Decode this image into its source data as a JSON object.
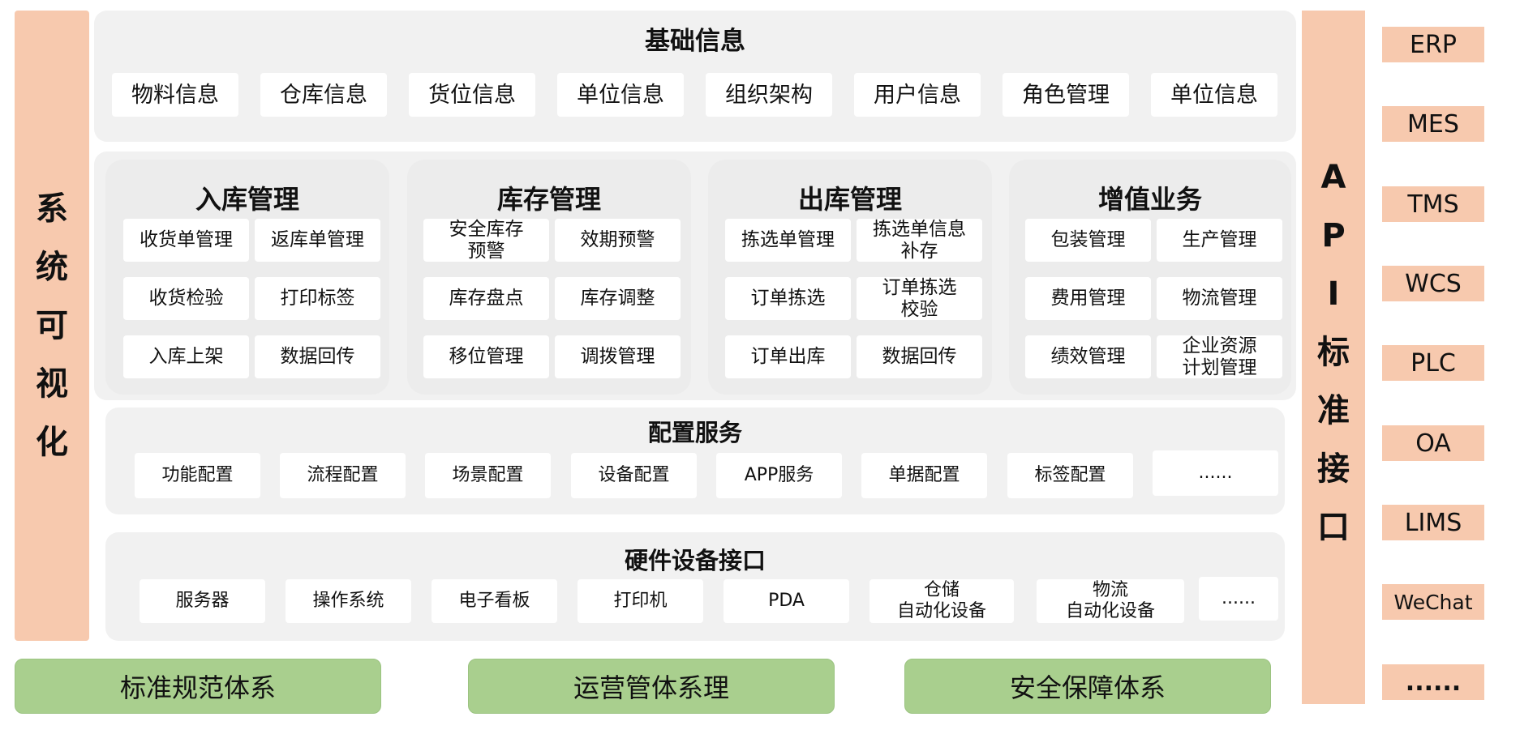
{
  "left_bar": {
    "label": "系统可视化",
    "chars": [
      "系",
      "统",
      "可",
      "视",
      "化"
    ]
  },
  "api_bar": {
    "label": "API标准接口",
    "chars": [
      "A",
      "P",
      "I",
      "标",
      "准",
      "接",
      "口"
    ]
  },
  "basic_info": {
    "title": "基础信息",
    "items": [
      "物料信息",
      "仓库信息",
      "货位信息",
      "单位信息",
      "组织架构",
      "用户信息",
      "角色管理",
      "单位信息"
    ]
  },
  "modules": [
    {
      "title": "入库管理",
      "items": [
        "收货单管理",
        "返库单管理",
        "收货检验",
        "打印标签",
        "入库上架",
        "数据回传"
      ]
    },
    {
      "title": "库存管理",
      "items": [
        "安全库存\n预警",
        "效期预警",
        "库存盘点",
        "库存调整",
        "移位管理",
        "调拨管理"
      ]
    },
    {
      "title": "出库管理",
      "items": [
        "拣选单管理",
        "拣选单信息\n补存",
        "订单拣选",
        "订单拣选\n校验",
        "订单出库",
        "数据回传"
      ]
    },
    {
      "title": "增值业务",
      "items": [
        "包装管理",
        "生产管理",
        "费用管理",
        "物流管理",
        "绩效管理",
        "企业资源\n计划管理"
      ]
    }
  ],
  "config": {
    "title": "配置服务",
    "items": [
      "功能配置",
      "流程配置",
      "场景配置",
      "设备配置",
      "APP服务",
      "单据配置",
      "标签配置",
      "......"
    ]
  },
  "hardware": {
    "title": "硬件设备接口",
    "items": [
      "服务器",
      "操作系统",
      "电子看板",
      "打印机",
      "PDA",
      "仓储\n自动化设备",
      "物流\n自动化设备",
      "......"
    ]
  },
  "systems": [
    "ERP",
    "MES",
    "TMS",
    "WCS",
    "PLC",
    "OA",
    "LIMS",
    "WeChat",
    "......"
  ],
  "footer": [
    "标准规范体系",
    "运营管体系理",
    "安全保障体系"
  ],
  "colors": {
    "accent_orange": "#f7c9ae",
    "accent_green": "#a9cf8e",
    "panel_gray": "#f1f1f1"
  }
}
